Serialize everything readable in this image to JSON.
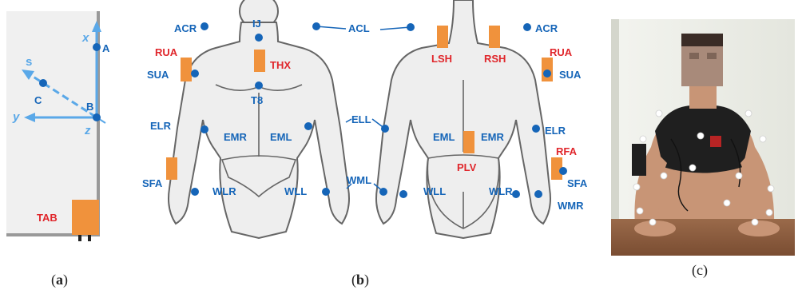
{
  "panel_a": {
    "axis_x": "x",
    "axis_y": "y",
    "axis_z": "z",
    "axis_s": "s",
    "point_a": "A",
    "point_b": "B",
    "point_c": "C",
    "sensor": "TAB",
    "caption_open": "(",
    "caption_letter": "a",
    "caption_close": ")"
  },
  "panel_b": {
    "front_labels": {
      "ij": "IJ",
      "acr": "ACR",
      "rua": "RUA",
      "sua": "SUA",
      "thx": "THX",
      "t8": "T8",
      "elr": "ELR",
      "emr": "EMR",
      "eml": "EML",
      "sfa": "SFA",
      "wlr": "WLR",
      "wll": "WLL"
    },
    "shared_labels": {
      "acl": "ACL",
      "ell": "ELL",
      "wml": "WML"
    },
    "back_labels": {
      "acr": "ACR",
      "lsh": "LSH",
      "rsh": "RSH",
      "rua": "RUA",
      "sua": "SUA",
      "eml": "EML",
      "emr": "EMR",
      "elr": "ELR",
      "rfa": "RFA",
      "plv": "PLV",
      "sfa": "SFA",
      "wll": "WLL",
      "wlr": "WLR",
      "wmr": "WMR"
    },
    "caption_open": "(",
    "caption_letter": "b",
    "caption_close": ")"
  },
  "panel_c": {
    "caption_open": "(",
    "caption_letter": "c",
    "caption_close": ")"
  },
  "colors": {
    "marker_blue": "#1565b8",
    "sensor_orange": "#f0923c",
    "sensor_label_red": "#e0262b",
    "axis_light_blue": "#5aa8e8"
  }
}
